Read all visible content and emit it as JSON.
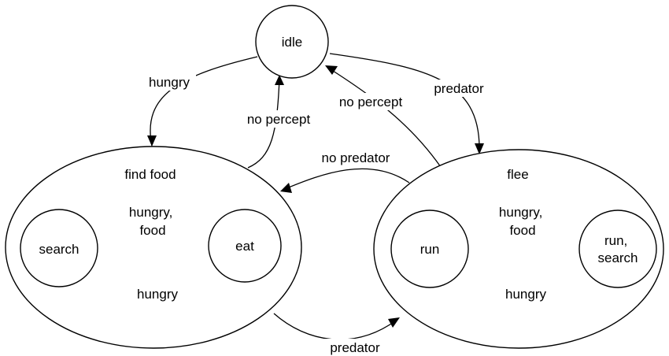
{
  "states": {
    "idle": "idle",
    "find_food": "find food",
    "search": "search",
    "eat": "eat",
    "flee": "flee",
    "run": "run",
    "run_search": [
      "run,",
      "search"
    ]
  },
  "transitions": {
    "idle_to_find_food": "hungry",
    "find_food_to_idle": "no percept",
    "flee_to_idle": "no percept",
    "idle_to_flee": "predator",
    "flee_to_find_food": "no predator",
    "find_food_to_flee": "predator",
    "search_to_eat": [
      "hungry,",
      "food"
    ],
    "eat_to_search": "hungry",
    "run_to_run_search": [
      "hungry,",
      "food"
    ],
    "run_search_to_run": "hungry"
  }
}
